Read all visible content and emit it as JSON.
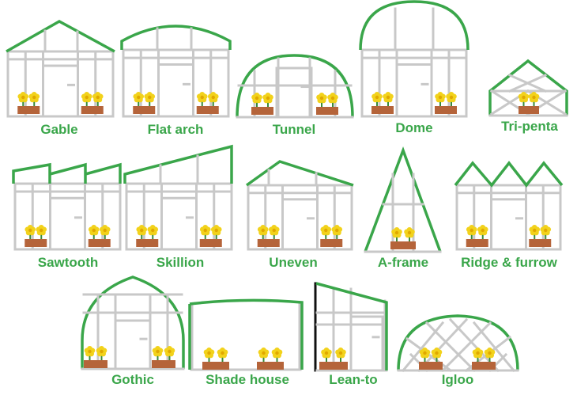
{
  "colors": {
    "roof": "#3aa64a",
    "frame": "#c8c8c8",
    "label": "#3aa64a",
    "pot": "#b5643a",
    "petal": "#f2d21b",
    "center": "#e0a800",
    "stem": "#3a8a3a",
    "wall": "#111111"
  },
  "greenhouses": [
    {
      "name": "gable",
      "label": "Gable"
    },
    {
      "name": "flat-arch",
      "label": "Flat arch"
    },
    {
      "name": "tunnel",
      "label": "Tunnel"
    },
    {
      "name": "dome",
      "label": "Dome"
    },
    {
      "name": "tri-penta",
      "label": "Tri-penta"
    },
    {
      "name": "sawtooth",
      "label": "Sawtooth"
    },
    {
      "name": "skillion",
      "label": "Skillion"
    },
    {
      "name": "uneven",
      "label": "Uneven"
    },
    {
      "name": "a-frame",
      "label": "A-frame"
    },
    {
      "name": "ridge-furrow",
      "label": "Ridge & furrow"
    },
    {
      "name": "gothic",
      "label": "Gothic"
    },
    {
      "name": "shade-house",
      "label": "Shade house"
    },
    {
      "name": "lean-to",
      "label": "Lean-to"
    },
    {
      "name": "igloo",
      "label": "Igloo"
    }
  ]
}
